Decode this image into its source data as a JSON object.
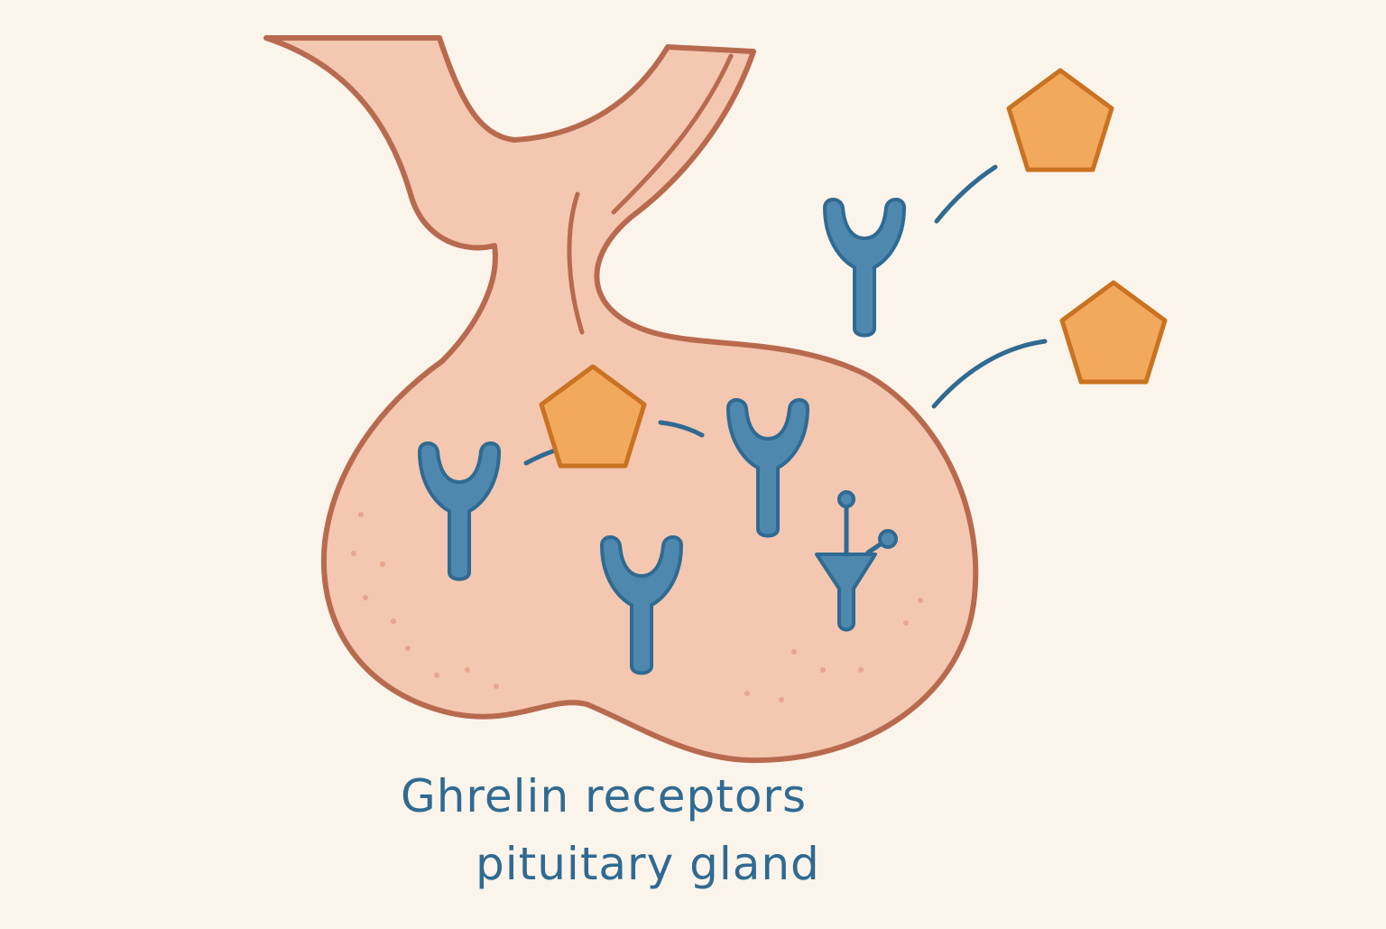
{
  "caption": {
    "line1": "Ghrelin receptors",
    "line2": "pituitary gland"
  },
  "colors": {
    "background": "#fbf4ea",
    "gland_fill": "#f4c7b0",
    "gland_outline": "#b86a4f",
    "receptor": "#4f88ae",
    "receptor_outline": "#2f6a92",
    "hormone_fill": "#f2a95b",
    "hormone_outline": "#c97322",
    "text": "#2f6a92"
  },
  "icons": {
    "gland": "pituitary-gland-shape",
    "receptor": "y-shaped-receptor-icon",
    "hormone": "pentagon-ghrelin-molecule-icon"
  }
}
